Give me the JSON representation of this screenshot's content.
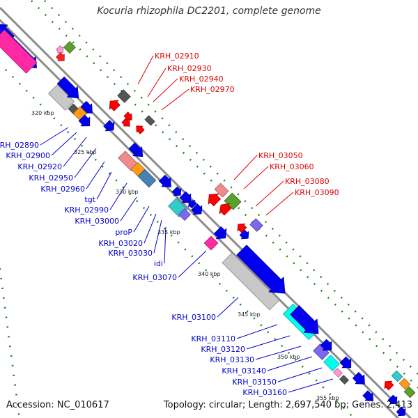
{
  "title": "Kocuria rhizophila DC2201, complete genome",
  "footer": {
    "accession": "Accession: NC_010617",
    "topology": "Topology: circular; Length: 2,697,540 bp; Genes: 2,413"
  },
  "colors": {
    "backbone": "#8c8c8c",
    "tick": "#1e7d1e",
    "forward_label": "#dd0000",
    "reverse_label": "#0000cc",
    "gene_blue": "#0000ee"
  },
  "scale_labels": [
    "320 kbp",
    "325 kbp",
    "330 kbp",
    "335 kbp",
    "340 kbp",
    "345 kbp",
    "350 kbp",
    "355 kbp"
  ],
  "forward_genes": [
    "KRH_02910",
    "KRH_02930",
    "KRH_02940",
    "KRH_02970",
    "KRH_03050",
    "KRH_03060",
    "KRH_03080",
    "KRH_03090"
  ],
  "reverse_genes": [
    "KRH_02890",
    "KRH_02900",
    "KRH_02920",
    "KRH_02950",
    "KRH_02960",
    "tgt",
    "KRH_02990",
    "KRH_03000",
    "proP",
    "KRH_03020",
    "KRH_03030",
    "idi",
    "KRH_03070",
    "KRH_03100",
    "KRH_03110",
    "KRH_03120",
    "KRH_03130",
    "KRH_03140",
    "KRH_03150",
    "KRH_03160"
  ]
}
